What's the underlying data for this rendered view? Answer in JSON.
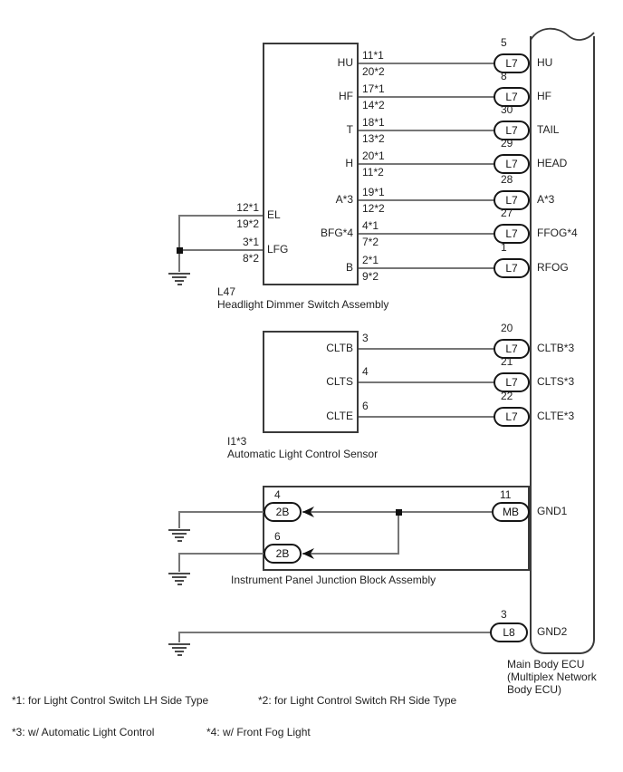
{
  "dimmer": {
    "code": "L47",
    "name": "Headlight Dimmer Switch Assembly",
    "rows": [
      {
        "pin": "HU",
        "wire_top": "11*1",
        "wire_bottom": "20*2",
        "ecu_pin": "5",
        "connector": "L7",
        "ecu_label": "HU"
      },
      {
        "pin": "HF",
        "wire_top": "17*1",
        "wire_bottom": "14*2",
        "ecu_pin": "8",
        "connector": "L7",
        "ecu_label": "HF"
      },
      {
        "pin": "T",
        "wire_top": "18*1",
        "wire_bottom": "13*2",
        "ecu_pin": "30",
        "connector": "L7",
        "ecu_label": "TAIL"
      },
      {
        "pin": "H",
        "wire_top": "20*1",
        "wire_bottom": "11*2",
        "ecu_pin": "29",
        "connector": "L7",
        "ecu_label": "HEAD"
      },
      {
        "pin": "A*3",
        "wire_top": "19*1",
        "wire_bottom": "12*2",
        "ecu_pin": "28",
        "connector": "L7",
        "ecu_label": "A*3"
      },
      {
        "pin": "BFG*4",
        "wire_top": "4*1",
        "wire_bottom": "7*2",
        "ecu_pin": "27",
        "connector": "L7",
        "ecu_label": "FFOG*4"
      },
      {
        "pin": "B",
        "wire_top": "2*1",
        "wire_bottom": "9*2",
        "ecu_pin": "1",
        "connector": "L7",
        "ecu_label": "RFOG"
      }
    ],
    "left_rows": [
      {
        "pin": "EL",
        "wire_top": "12*1",
        "wire_bottom": "19*2"
      },
      {
        "pin": "LFG",
        "wire_top": "3*1",
        "wire_bottom": "8*2"
      }
    ]
  },
  "sensor": {
    "code": "I1*3",
    "name": "Automatic Light Control Sensor",
    "rows": [
      {
        "pin": "CLTB",
        "pin_no": "3",
        "ecu_pin": "20",
        "connector": "L7",
        "ecu_label": "CLTB*3"
      },
      {
        "pin": "CLTS",
        "pin_no": "4",
        "ecu_pin": "21",
        "connector": "L7",
        "ecu_label": "CLTS*3"
      },
      {
        "pin": "CLTE",
        "pin_no": "6",
        "ecu_pin": "22",
        "connector": "L7",
        "ecu_label": "CLTE*3"
      }
    ]
  },
  "junction": {
    "name": "Instrument Panel Junction Block Assembly",
    "block_pins": [
      {
        "pin_no": "4",
        "connector": "2B"
      },
      {
        "pin_no": "6",
        "connector": "2B"
      }
    ],
    "ecu_side": {
      "pin_no": "11",
      "connector": "MB",
      "ecu_label": "GND1"
    }
  },
  "gnd2": {
    "pin_no": "3",
    "connector": "L8",
    "ecu_label": "GND2"
  },
  "ecu": {
    "name_lines": [
      "Main Body ECU",
      "(Multiplex Network",
      "Body ECU)"
    ]
  },
  "footnotes": [
    "*1: for Light Control Switch LH Side Type",
    "*2: for Light Control Switch RH Side Type",
    "*3: w/ Automatic Light Control",
    "*4: w/ Front Fog Light"
  ]
}
